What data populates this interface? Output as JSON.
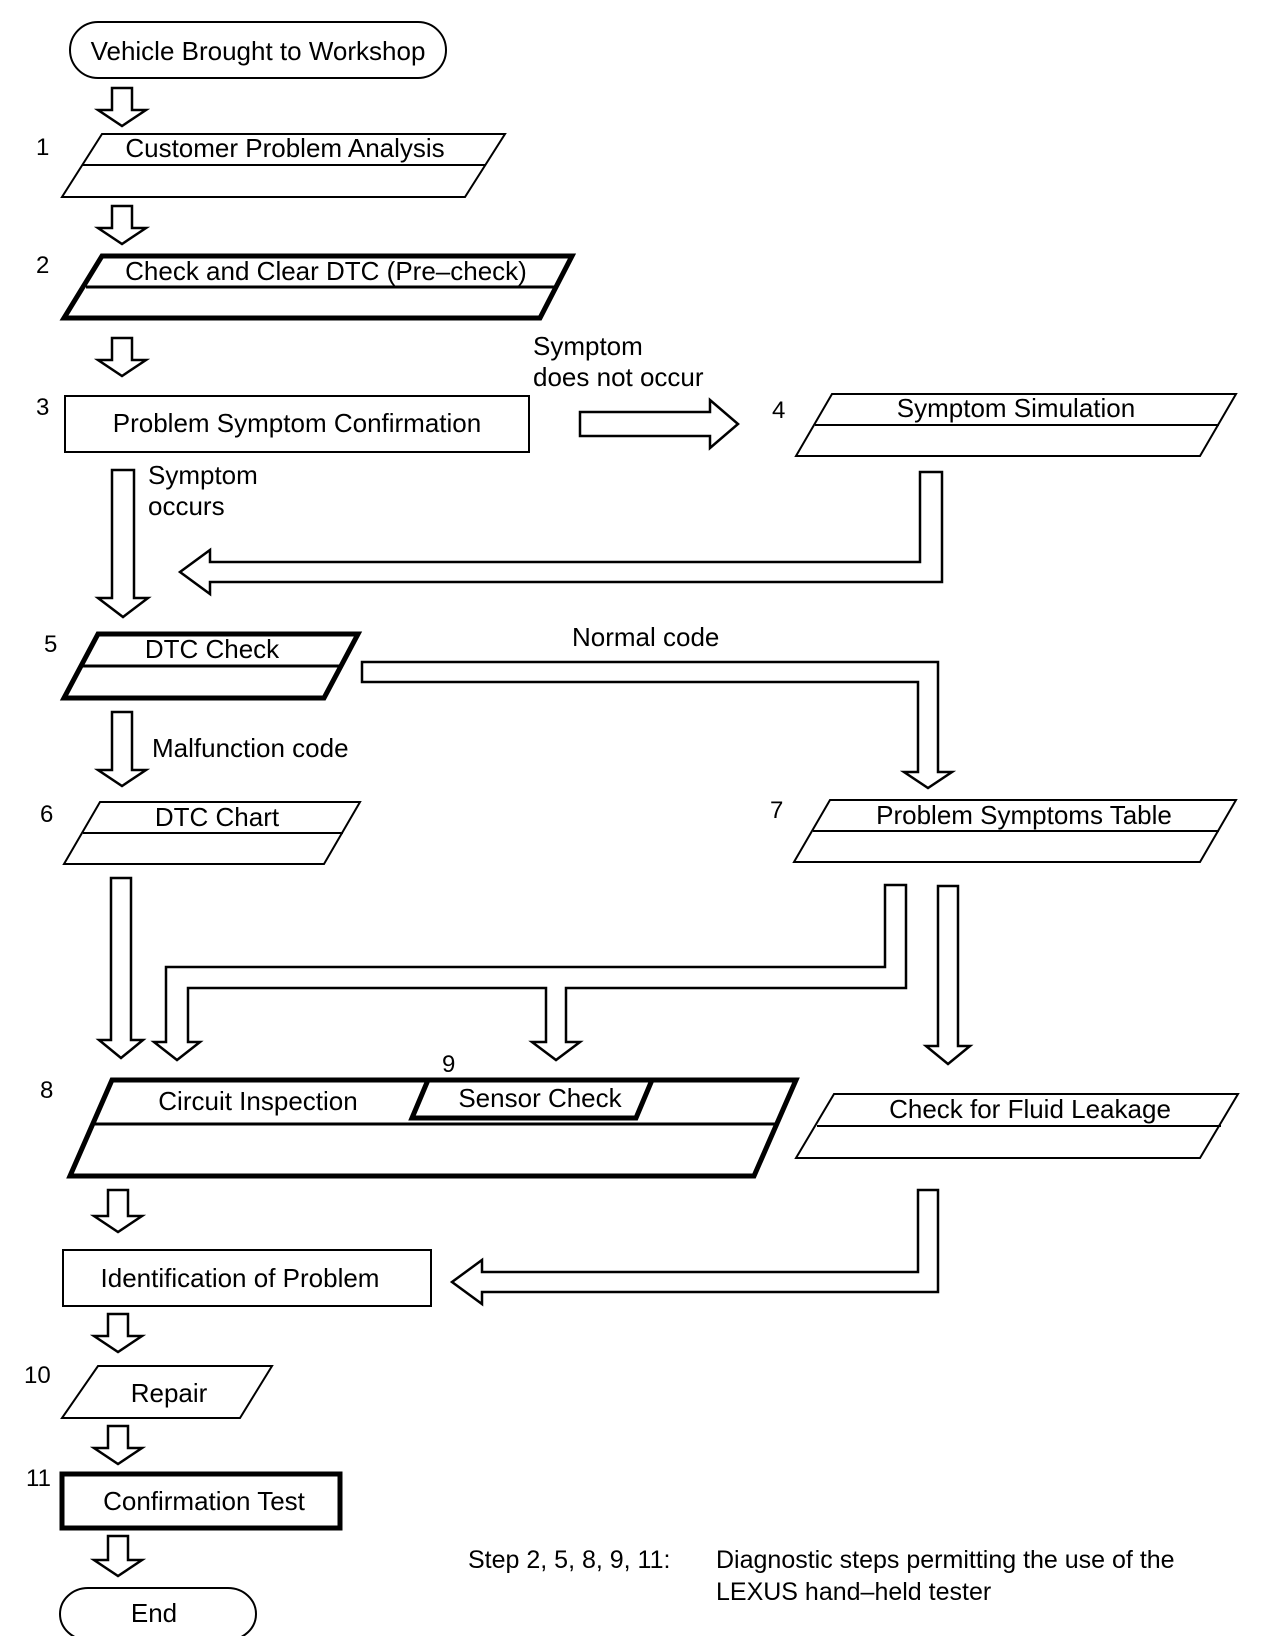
{
  "steps": {
    "start": "Vehicle Brought to Workshop",
    "s1": {
      "num": "1",
      "label": "Customer Problem Analysis"
    },
    "s2": {
      "num": "2",
      "label": "Check and Clear DTC (Pre–check)"
    },
    "s3": {
      "num": "3",
      "label": "Problem Symptom Confirmation"
    },
    "s4": {
      "num": "4",
      "label": "Symptom Simulation"
    },
    "s5": {
      "num": "5",
      "label": "DTC Check"
    },
    "s6": {
      "num": "6",
      "label": "DTC Chart"
    },
    "s7": {
      "num": "7",
      "label": "Problem Symptoms Table"
    },
    "s8": {
      "num": "8",
      "label": "Circuit Inspection"
    },
    "s9": {
      "num": "9",
      "label": "Sensor Check"
    },
    "fluid": "Check for Fluid Leakage",
    "ident": "Identification of Problem",
    "s10": {
      "num": "10",
      "label": "Repair"
    },
    "s11": {
      "num": "11",
      "label": "Confirmation Test"
    },
    "end": "End"
  },
  "edges": {
    "not_occur_1": "Symptom",
    "not_occur_2": "does not occur",
    "occurs_1": "Symptom",
    "occurs_2": "occurs",
    "normal_code": "Normal code",
    "malfunction_code": "Malfunction code"
  },
  "note": {
    "prefix": "Step 2, 5, 8, 9, 11:",
    "line1": "Diagnostic steps permitting the use of the",
    "line2": "LEXUS hand–held tester"
  }
}
